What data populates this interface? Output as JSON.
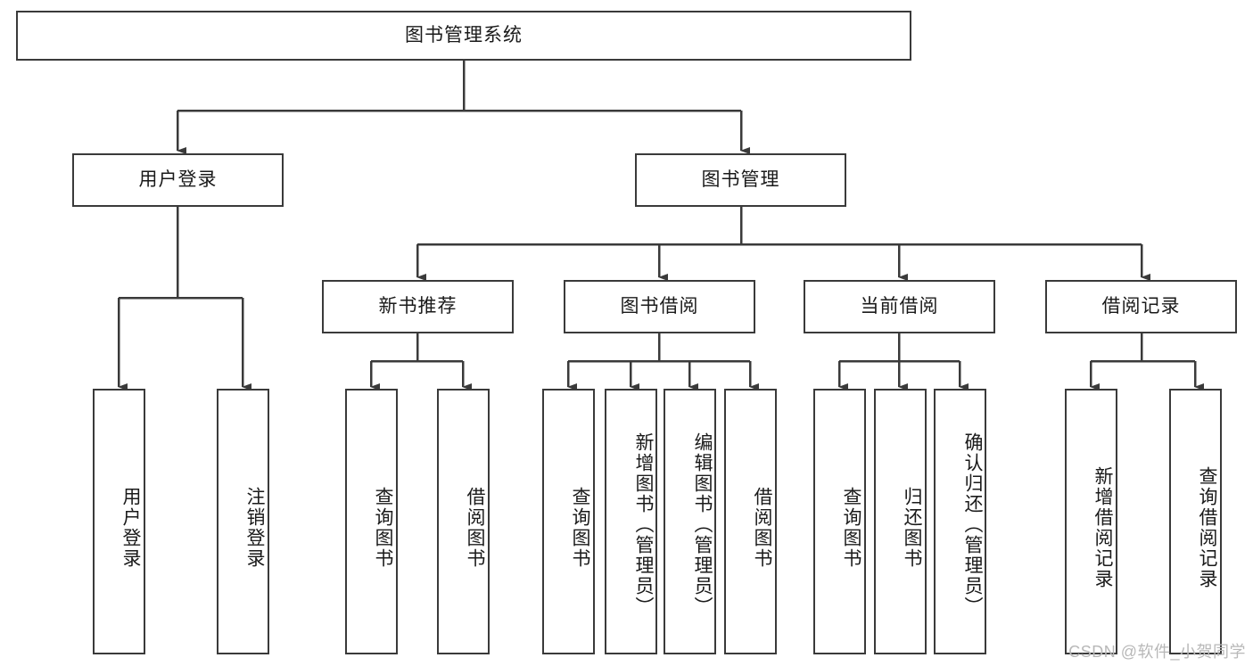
{
  "diagram": {
    "title": "图书管理系统",
    "type": "tree-hierarchy-diagram",
    "watermark": "CSDN @软件_小贺同学",
    "colors": {
      "box_border": "#3a3a3a",
      "box_fill": "#ffffff",
      "connector": "#3a3a3a",
      "text": "#1a1a1a",
      "watermark": "#b8b8b8",
      "background": "#ffffff"
    },
    "levels": {
      "root": {
        "label": "图书管理系统"
      },
      "level2": [
        {
          "label": "用户登录"
        },
        {
          "label": "图书管理"
        }
      ],
      "level3": [
        {
          "label": "新书推荐"
        },
        {
          "label": "图书借阅"
        },
        {
          "label": "当前借阅"
        },
        {
          "label": "借阅记录"
        }
      ],
      "leaves": [
        {
          "label": "用户登录",
          "parent": "用户登录"
        },
        {
          "label": "注销登录",
          "parent": "用户登录"
        },
        {
          "label": "查询图书",
          "parent": "新书推荐"
        },
        {
          "label": "借阅图书",
          "parent": "新书推荐"
        },
        {
          "label": "查询图书",
          "parent": "图书借阅"
        },
        {
          "label": "新增图书（管理员）",
          "parent": "图书借阅"
        },
        {
          "label": "编辑图书（管理员）",
          "parent": "图书借阅"
        },
        {
          "label": "借阅图书",
          "parent": "图书借阅"
        },
        {
          "label": "查询图书",
          "parent": "当前借阅"
        },
        {
          "label": "归还图书",
          "parent": "当前借阅"
        },
        {
          "label": "确认归还（管理员）",
          "parent": "当前借阅"
        },
        {
          "label": "新增借阅记录",
          "parent": "借阅记录"
        },
        {
          "label": "查询借阅记录",
          "parent": "借阅记录"
        }
      ]
    }
  }
}
